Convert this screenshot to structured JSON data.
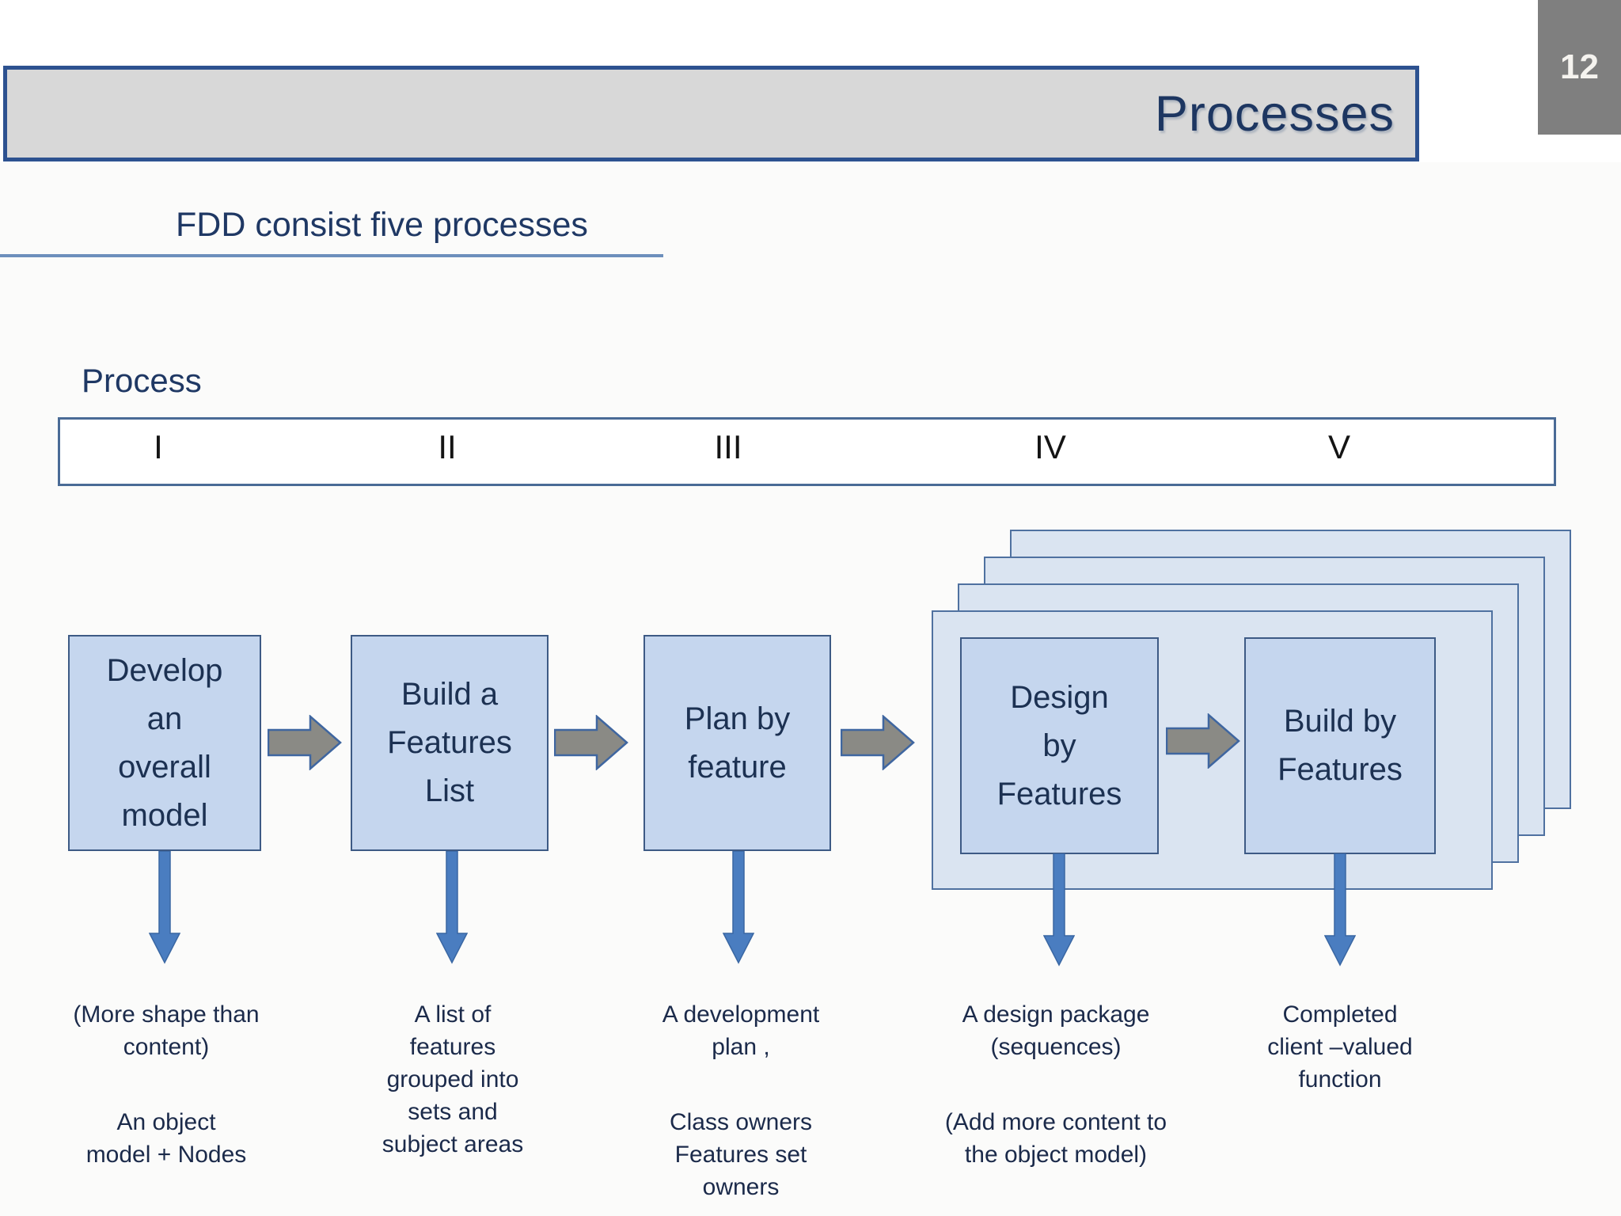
{
  "slide": {
    "page_number": "12",
    "title": "Processes",
    "subtitle": "FDD consist five processes",
    "section_label": "Process",
    "numerals": [
      "I",
      "II",
      "III",
      "IV",
      "V"
    ],
    "steps": [
      {
        "numeral": "I",
        "label": "Develop\nan\noverall\nmodel",
        "desc1": "(More shape than\ncontent)",
        "desc2": "An object\nmodel + Nodes"
      },
      {
        "numeral": "II",
        "label": "Build a\nFeatures\nList",
        "desc1": "A list of\nfeatures\ngrouped into\nsets and\nsubject areas",
        "desc2": ""
      },
      {
        "numeral": "III",
        "label": "Plan by\nfeature",
        "desc1": "A development\nplan ,",
        "desc2": "Class owners\nFeatures set\nowners"
      },
      {
        "numeral": "IV",
        "label": "Design\nby\nFeatures",
        "desc1": "A design package\n(sequences)",
        "desc2": "(Add more content to\nthe object model)"
      },
      {
        "numeral": "V",
        "label": "Build by\nFeatures",
        "desc1": "Completed\nclient –valued\nfunction",
        "desc2": ""
      }
    ],
    "colors": {
      "accent_navy": "#1f3864",
      "title_bar_fill": "#d8d8d8",
      "title_bar_border": "#2d5290",
      "box_fill": "#c5d6ee",
      "box_border": "#3d5a85",
      "panel_fill": "#dae4f1",
      "panel_border": "#4f71a0",
      "flow_arrow_gray": "#8a8a85",
      "flow_arrow_outline": "#3f66a0",
      "down_arrow_blue": "#4a7dc0",
      "page_badge_gray": "#7f7f7f"
    }
  }
}
